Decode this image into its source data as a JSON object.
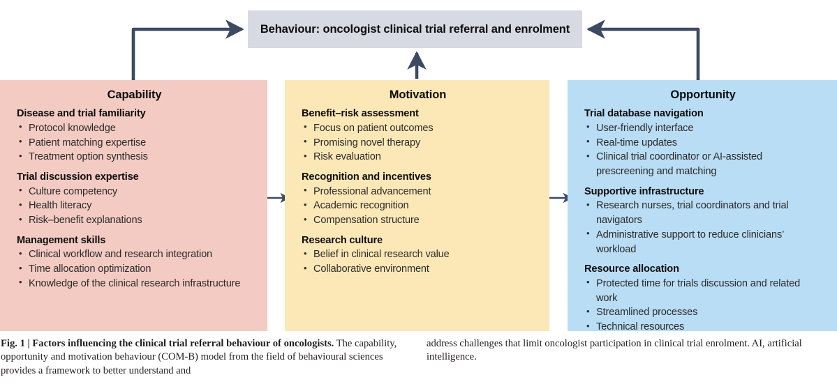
{
  "figure": {
    "behaviour_banner": {
      "text": "Behaviour: oncologist clinical trial referral and enrolment",
      "color": "#d7d9e3"
    },
    "arrow_color": "#3d4a63",
    "pillars": [
      {
        "id": "capability",
        "title": "Capability",
        "color": "#f4cbc3",
        "groups": [
          {
            "title": "Disease and trial familiarity",
            "items": [
              "Protocol knowledge",
              "Patient matching expertise",
              "Treatment option synthesis"
            ]
          },
          {
            "title": "Trial discussion expertise",
            "items": [
              "Culture competency",
              "Health literacy",
              "Risk–benefit explanations"
            ]
          },
          {
            "title": "Management skills",
            "items": [
              "Clinical workflow and research integration",
              "Time allocation optimization",
              "Knowledge of the clinical research infrastructure"
            ]
          }
        ]
      },
      {
        "id": "motivation",
        "title": "Motivation",
        "color": "#fce8b6",
        "groups": [
          {
            "title": "Benefit–risk assessment",
            "items": [
              "Focus on patient outcomes",
              "Promising novel therapy",
              "Risk evaluation"
            ]
          },
          {
            "title": "Recognition and incentives",
            "items": [
              "Professional advancement",
              "Academic recognition",
              "Compensation structure"
            ]
          },
          {
            "title": "Research culture",
            "items": [
              "Belief in clinical research value",
              "Collaborative environment"
            ]
          }
        ]
      },
      {
        "id": "opportunity",
        "title": "Opportunity",
        "color": "#b9ddf4",
        "groups": [
          {
            "title": "Trial database navigation",
            "items": [
              "User-friendly interface",
              "Real-time updates",
              "Clinical trial coordinator or AI-assisted prescreening and matching"
            ]
          },
          {
            "title": "Supportive infrastructure",
            "items": [
              "Research nurses, trial coordinators and trial navigators",
              "Administrative support to reduce clinicians’ workload"
            ]
          },
          {
            "title": "Resource allocation",
            "items": [
              "Protected time for trials discussion and related work",
              "Streamlined processes",
              "Technical resources"
            ]
          }
        ]
      }
    ]
  },
  "caption": {
    "label": "Fig. 1 | ",
    "lead": "Factors influencing the clinical trial referral behaviour of oncologists.",
    "body_left": " The capability, opportunity and motivation behaviour (COM-B) model from the field of behavioural sciences provides a framework to better understand and",
    "body_right": "address challenges that limit oncologist participation in clinical trial enrolment. AI, artificial intelligence."
  }
}
